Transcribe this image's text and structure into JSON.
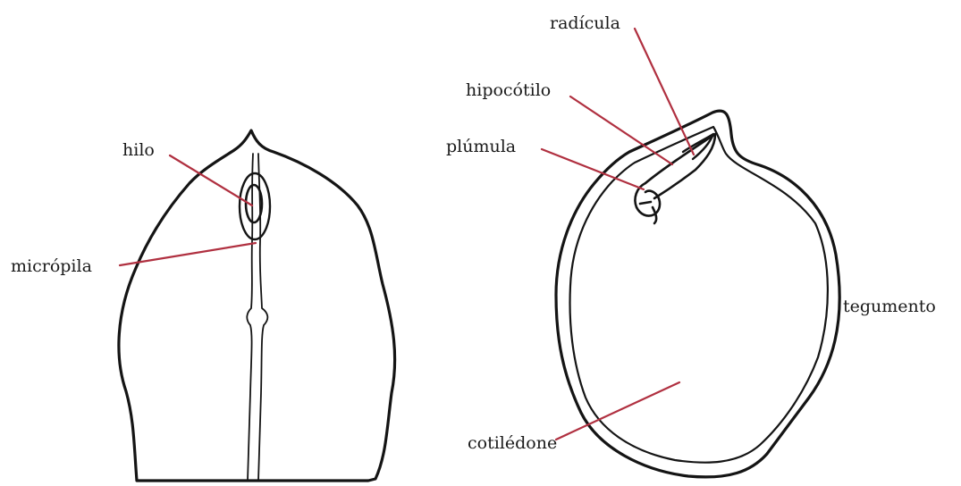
{
  "labels": {
    "hilo": "hilo",
    "micropila": "micrópila",
    "radicula": "radícula",
    "hipocotilo": "hipocótilo",
    "plumula": "plúmula",
    "tegumento": "tegumento",
    "cotiledone": "cotilédone"
  },
  "colors": {
    "outline": "#141414",
    "leader": "#b03040",
    "text": "#1a1a1a"
  }
}
